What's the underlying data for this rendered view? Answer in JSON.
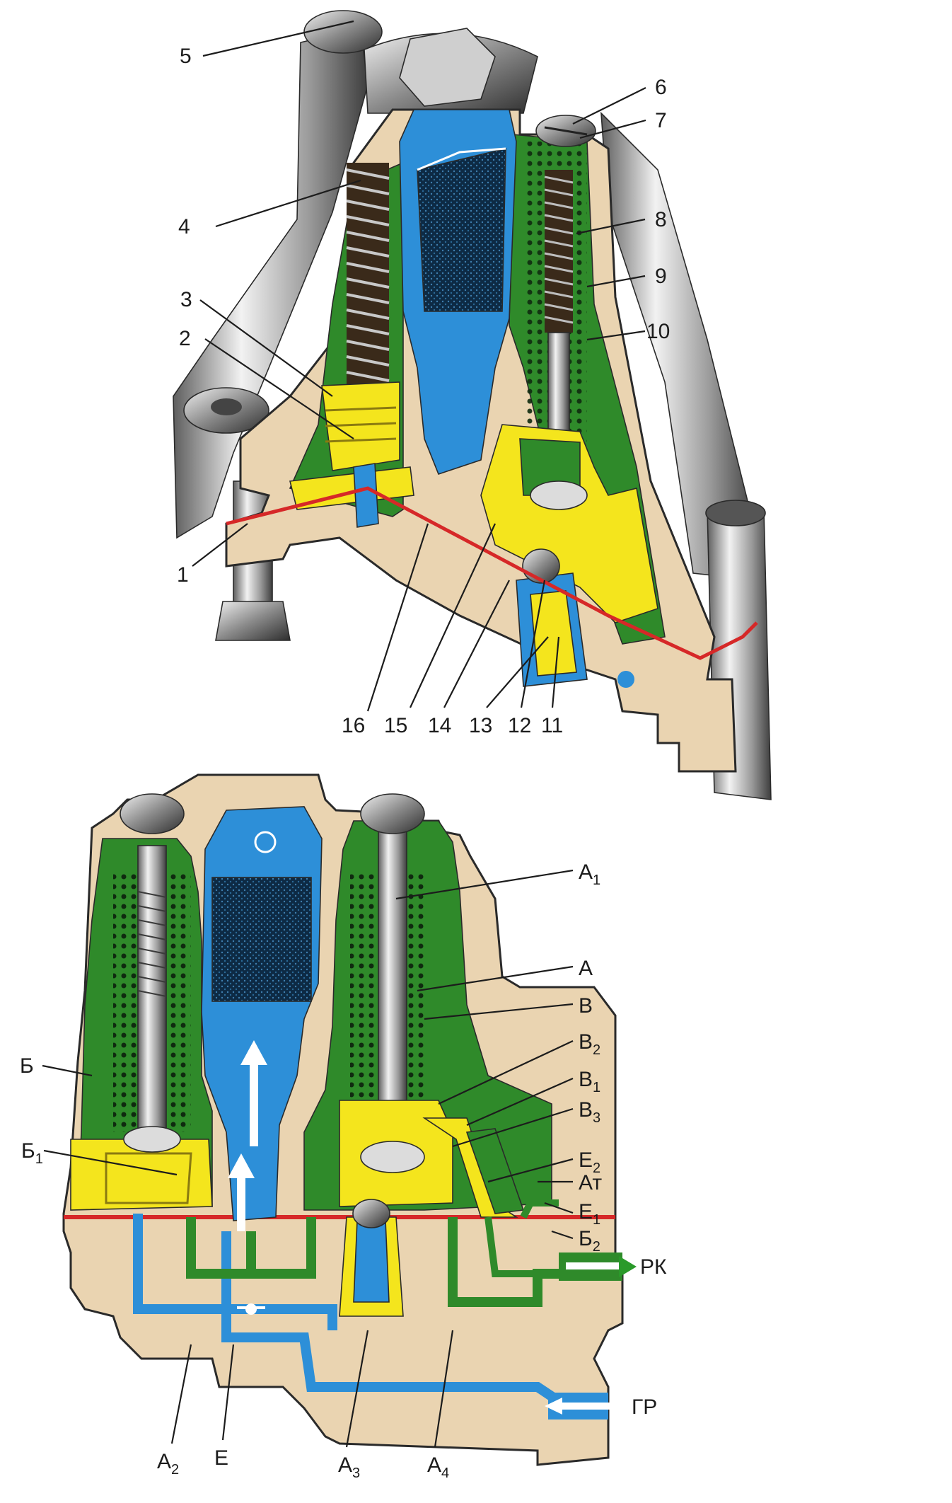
{
  "colors": {
    "background": "#ffffff",
    "body_beige": "#ead4b1",
    "body_beige_dark": "#c9b08a",
    "green": "#2f8a2a",
    "yellow": "#f4e51d",
    "blue": "#2d8fd8",
    "dark_filter": "#0d2a44",
    "red_gasket": "#d62828",
    "metal_light": "#e3e3e3",
    "metal_dark": "#6f6f6f",
    "arrow_white": "#ffffff",
    "outlet_arrow_green": "#2a9a2a",
    "label_text": "#1c1c1c"
  },
  "top_view": {
    "callouts": [
      "1",
      "2",
      "3",
      "4",
      "5",
      "6",
      "7",
      "8",
      "9",
      "10",
      "11",
      "12",
      "13",
      "14",
      "15",
      "16"
    ]
  },
  "bottom_view": {
    "symbol": "O",
    "labels": {
      "A1": {
        "base": "А",
        "sub": "1"
      },
      "A": {
        "base": "А",
        "sub": ""
      },
      "B": {
        "base": "В",
        "sub": ""
      },
      "B2": {
        "base": "В",
        "sub": "2"
      },
      "B1": {
        "base": "В",
        "sub": "1"
      },
      "B3": {
        "base": "В",
        "sub": "3"
      },
      "E2": {
        "base": "Е",
        "sub": "2"
      },
      "At": {
        "base": "Ат",
        "sub": ""
      },
      "E1": {
        "base": "Е",
        "sub": "1"
      },
      "Bsoft2": {
        "base": "Б",
        "sub": "2"
      },
      "Bsoft": {
        "base": "Б",
        "sub": ""
      },
      "Bsoft1": {
        "base": "Б",
        "sub": "1"
      },
      "A2": {
        "base": "А",
        "sub": "2"
      },
      "E": {
        "base": "Е",
        "sub": ""
      },
      "A3": {
        "base": "А",
        "sub": "3"
      },
      "A4": {
        "base": "А",
        "sub": "4"
      }
    },
    "ports": {
      "outlet": "РК",
      "inlet": "ГР"
    }
  }
}
